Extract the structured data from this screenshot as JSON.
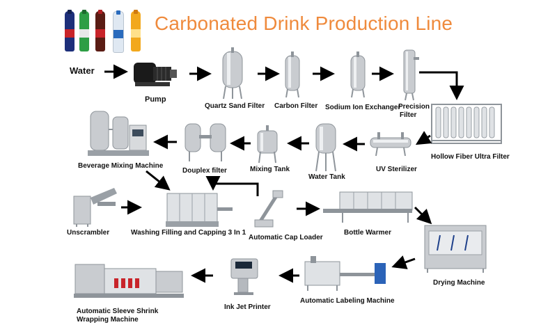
{
  "title": "Carbonated Drink Production Line",
  "labels": {
    "water": "Water",
    "pump": "Pump",
    "quartz": "Quartz Sand Filter",
    "carbon": "Carbon Filter",
    "sodium": "Sodium Ion Exchanger",
    "precision_1": "Precision",
    "precision_2": "Filter",
    "hollow": "Hollow Fiber Ultra Filter",
    "uv": "UV Sterilizer",
    "water_tank": "Water Tank",
    "mixing_tank": "Mixing Tank",
    "douplex": "Douplex filter",
    "beverage": "Beverage Mixing Machine",
    "unscrambler": "Unscrambler",
    "washing": "Washing Filling and Capping 3 In 1",
    "cap_loader": "Automatic Cap Loader",
    "bottle_warmer": "Bottle Warmer",
    "drying": "Drying Machine",
    "labeling": "Automatic Labeling Machine",
    "inkjet": "Ink Jet Printer",
    "sleeve_1": "Automatic Sleeve Shrink",
    "sleeve_2": "Wrapping Machine"
  },
  "colors": {
    "title": "#ef8a3c",
    "arrow": "#000000",
    "steel": "#c9ccd0",
    "steel_dark": "#8e949a",
    "bottles": [
      "#1d2f7a",
      "#2e9e45",
      "#c8242a",
      "#dfe8f2",
      "#f2a81d"
    ]
  },
  "icons": {
    "bottles": "soft-drink-bottles-icon",
    "pump": "pump-icon",
    "tank": "steel-tank-icon",
    "conveyor": "conveyor-machine-icon"
  }
}
